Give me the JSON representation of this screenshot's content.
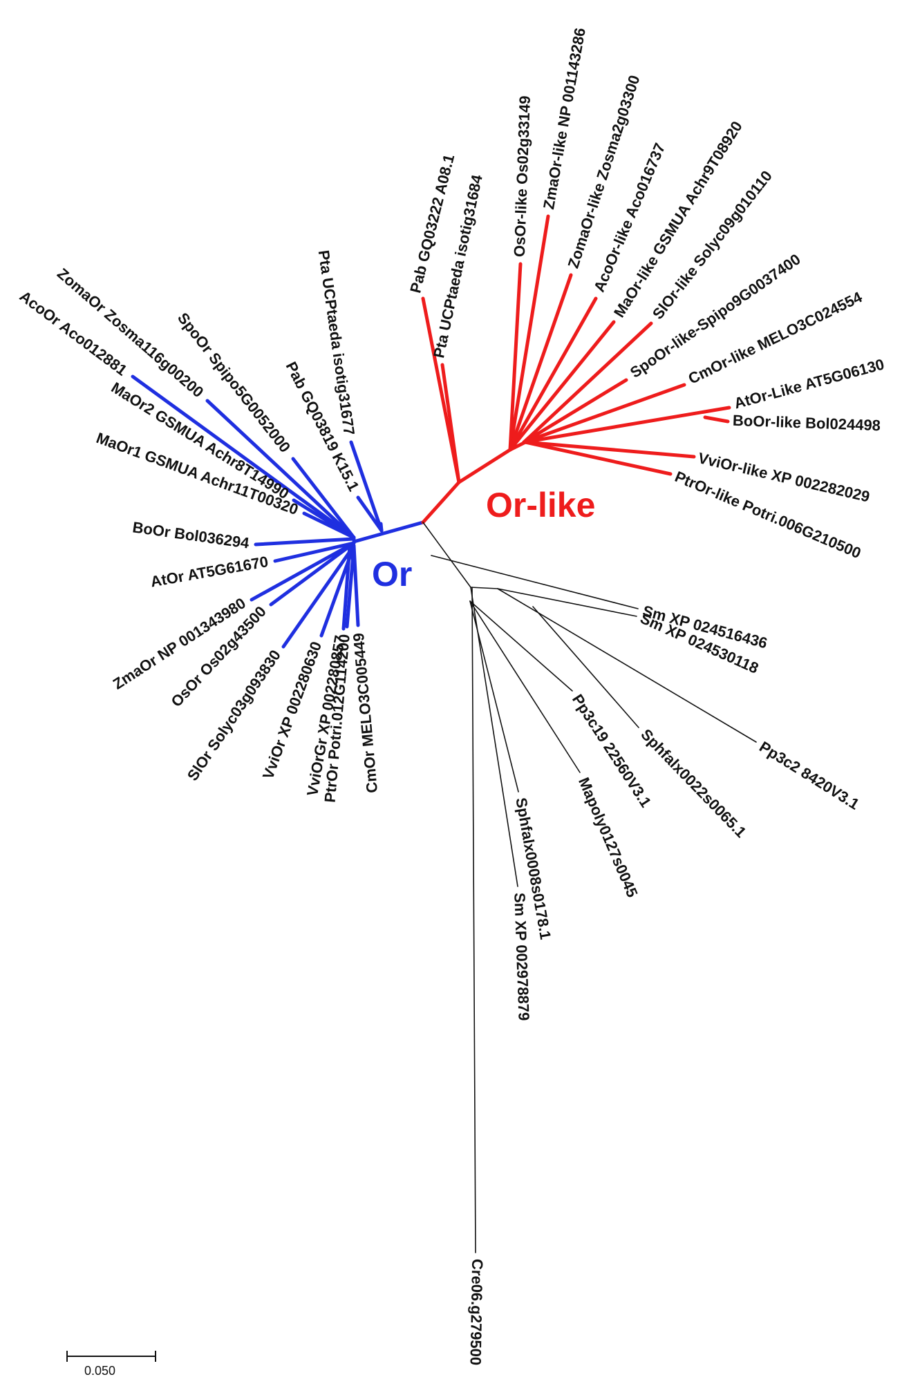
{
  "colors": {
    "or": "#1f2fe0",
    "orlike": "#ee1c1c",
    "outgroup": "#111111"
  },
  "clades": {
    "or_label": "Or",
    "orlike_label": "Or-like"
  },
  "scale": {
    "label": "0.050"
  },
  "leaves": {
    "or": [
      "AcoOr Aco012881",
      "ZomaOr Zosma116g00200",
      "SpoOr Spipo5G0052000",
      "MaOr2 GSMUA Achr8T14990",
      "MaOr1 GSMUA Achr11T00320",
      "BoOr Bol036294",
      "AtOr AT5G61670",
      "ZmaOr NP 001343980",
      "OsOr Os02g43500",
      "SlOr Solyc03g093830",
      "VviOr XP 002280630",
      "VviOrGr XP 002280857",
      "PtrOr Potri.012G114200",
      "CmOr MELO3C005449",
      "Pab GQ03819 K15.1",
      "Pta UCPtaeda isotig31677"
    ],
    "orlike": [
      "Pab GQ03222 A08.1",
      "Pta UCPtaeda isotig31684",
      "OsOr-like Os02g33149",
      "ZmaOr-like NP 001143286",
      "ZomaOr-like Zosma2g03300",
      "AcoOr-like Aco016737",
      "MaOr-like GSMUA Achr9T08920",
      "SlOr-like Solyc09g010110",
      "SpoOr-like-Spipo9G0037400",
      "CmOr-like MELO3C024554",
      "AtOr-Like AT5G06130",
      "BoOr-like Bol024498",
      "VviOr-like XP 002282029",
      "PtrOr-like Potri.006G210500"
    ],
    "outgroup": [
      "Sm XP 024516436",
      "Sm XP 024530118",
      "Pp3c2 8420V3.1",
      "Sphfalx0022s0065.1",
      "Pp3c19 22560V3.1",
      "Mapoly0127s0045",
      "Sphfalx0008s0178.1",
      "Sm XP 002978879",
      "Cre06.g279500"
    ]
  }
}
